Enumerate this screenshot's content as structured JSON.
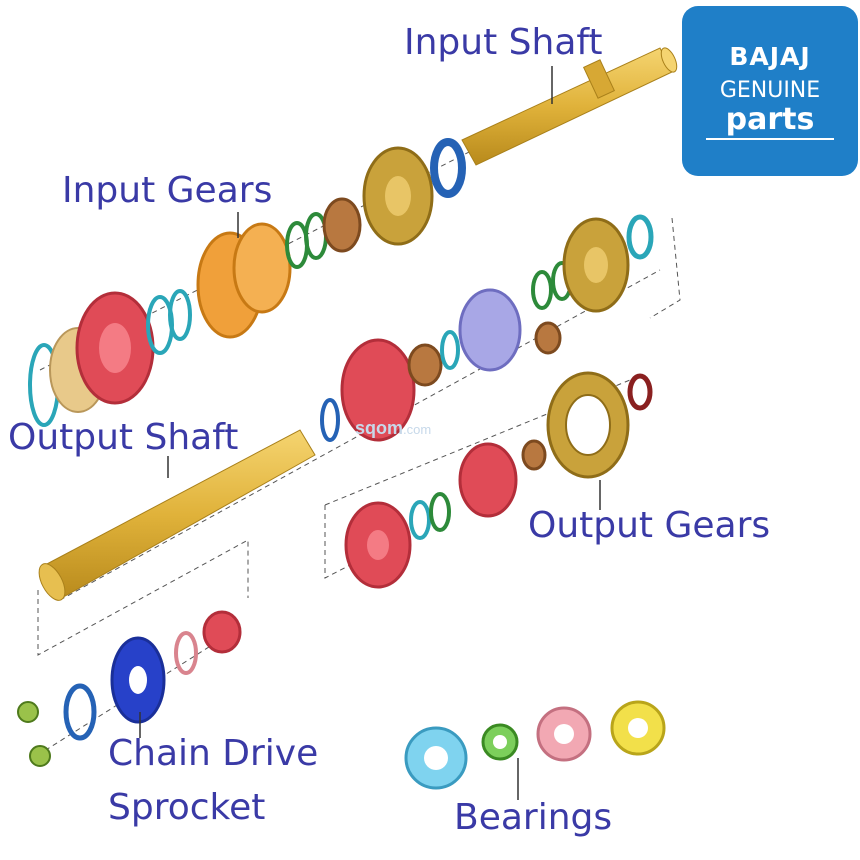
{
  "labels": {
    "input_shaft": "Input Shaft",
    "input_gears": "Input Gears",
    "output_shaft": "Output Shaft",
    "output_gears": "Output Gears",
    "chain_drive": "Chain Drive",
    "sprocket": "Sprocket",
    "bearings": "Bearings"
  },
  "logo": {
    "brand": "BAJAJ",
    "line1": "GENUINE",
    "line2": "parts"
  },
  "watermark": {
    "main": "sqom",
    "suffix": ".com"
  },
  "colors": {
    "label_text": "#3a3aa6",
    "logo_bg": "#1f7fc8",
    "shaft_gold": "#e0b23a",
    "gear_red": "#e04b57",
    "gear_orange": "#f0a03a",
    "gear_bronze": "#c9a23b",
    "gear_lavender": "#a8a7e6",
    "ring_teal": "#2aa6b8",
    "sprocket_blue": "#2741c9"
  }
}
